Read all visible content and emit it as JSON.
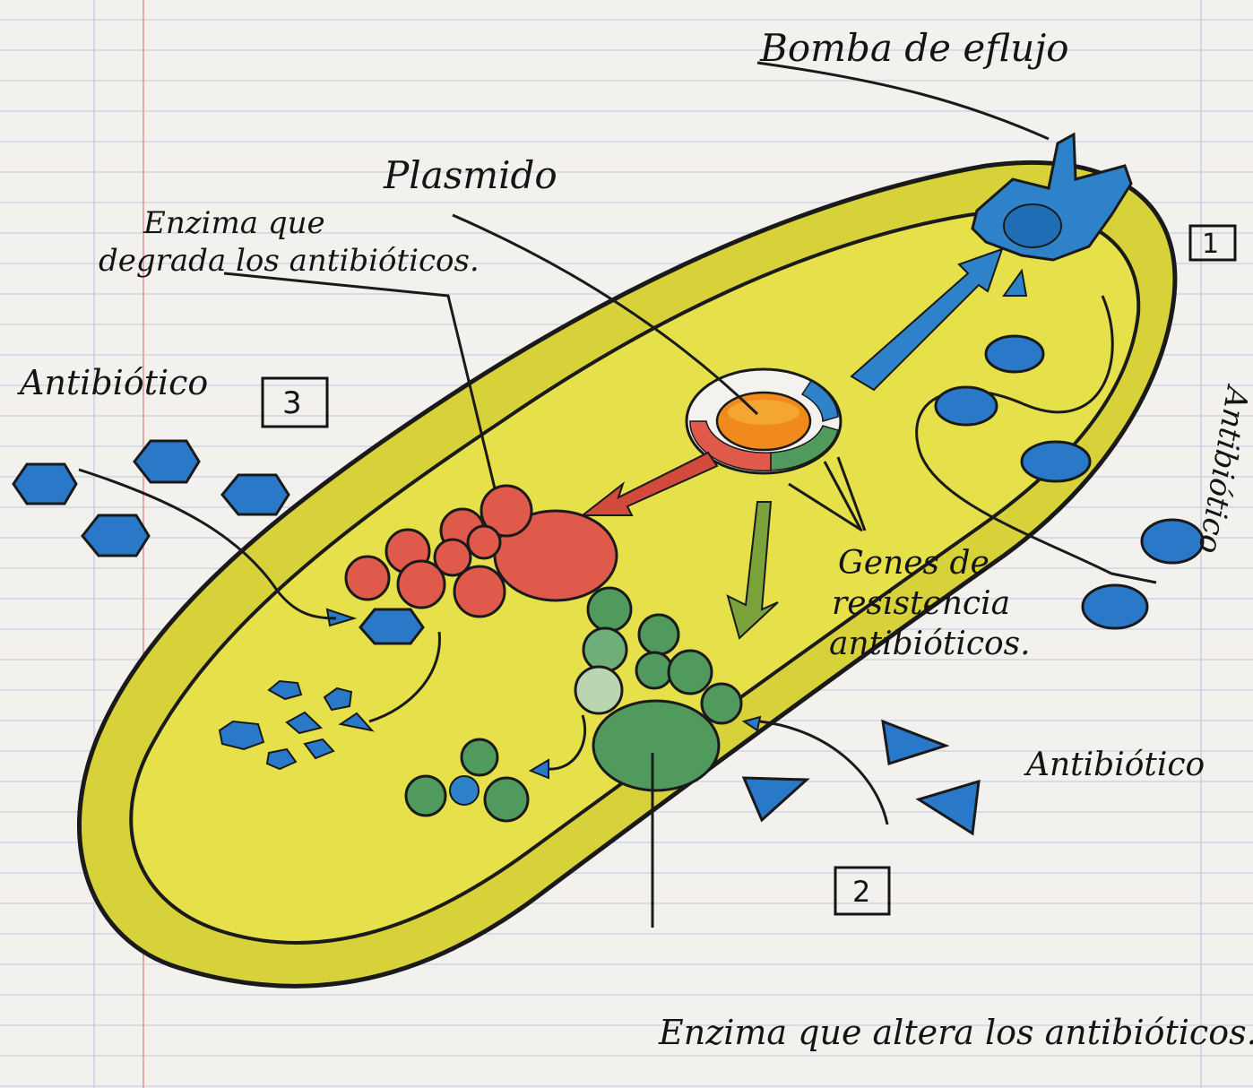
{
  "labels": {
    "efflux_pump": "Bomba de eflujo",
    "plasmid": "Plasmido",
    "degrading_enzyme_line1": "Enzima que",
    "degrading_enzyme_line2": "degrada los antibióticos.",
    "antibiotic_left": "Antibiótico",
    "antibiotic_right_vertical": "Antibiótico",
    "antibiotic_bottom_right": "Antibiótico",
    "resistance_genes_line1": "Genes de",
    "resistance_genes_line2": "resistencia",
    "resistance_genes_line3": "antibióticos.",
    "altering_enzyme": "Enzima que altera los antibióticos."
  },
  "markers": {
    "one": "1",
    "two": "2",
    "three": "3"
  },
  "colors": {
    "paper": "#f3f1ee",
    "rule_line": "#c8cfe0",
    "margin_line": "#e6a7a7",
    "cell_wall": "#d8d23a",
    "cytoplasm": "#e6e04a",
    "antibiotic_blue": "#2a78c8",
    "enzyme_red": "#e05a4c",
    "enzyme_green": "#4f9a5c",
    "plasmid_orange": "#f08a1c",
    "ink": "#141414"
  }
}
